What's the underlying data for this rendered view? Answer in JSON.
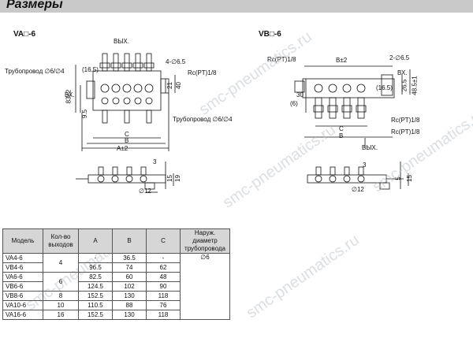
{
  "header": {
    "title": "Размеры"
  },
  "drawing_va": {
    "title": "VA□-6",
    "exhaust": "ВЫХ.",
    "inlet": "ВХ.",
    "tube_in": "Трубопровод ∅6/∅4",
    "tube_out": "Трубопровод ∅6/∅4",
    "holes": "4-∅6.5",
    "port": "Rc(PT)1/8",
    "dim_16_5": "(16.5)",
    "dim_83": "83±2",
    "dim_9_5": "9.5",
    "dim_21": "21",
    "dim_40": "40",
    "dim_C": "C",
    "dim_B": "B",
    "dim_A": "A±2",
    "dim_3": "3",
    "dim_15": "15",
    "dim_19": "19",
    "dim_12": "∅12"
  },
  "drawing_vb": {
    "title": "VB□-6",
    "port_top": "Rc(PT)1/8",
    "dim_Bpm2": "B±2",
    "holes": "2-∅6.5",
    "inlet": "ВХ.",
    "dim_26_5": "26.5",
    "dim_48_5": "48.5±1",
    "dim_16_5": "(16.5)",
    "dim_30": "30",
    "dim_6": "(6)",
    "dim_C": "C",
    "dim_B": "B",
    "port_r1": "Rc(PT)1/8",
    "port_r2": "Rc(PT)1/8",
    "exhaust": "ВЫХ.",
    "dim_3": "3",
    "dim_5": "5",
    "dim_15": "15",
    "dim_12": "∅12"
  },
  "table": {
    "headers": [
      "Модель",
      "Кол-во выходов",
      "A",
      "B",
      "C",
      "Наруж. диаметр трубопровода"
    ],
    "rows": [
      [
        "VA4-6",
        "4",
        "-",
        "36.5",
        "-",
        "∅6"
      ],
      [
        "VB4-6",
        "",
        "96.5",
        "74",
        "62",
        ""
      ],
      [
        "VA6-6",
        "6",
        "82.5",
        "60",
        "48",
        ""
      ],
      [
        "VB6-6",
        "",
        "124.5",
        "102",
        "90",
        ""
      ],
      [
        "VB8-6",
        "8",
        "152.5",
        "130",
        "118",
        ""
      ],
      [
        "VA10-6",
        "10",
        "110.5",
        "88",
        "76",
        ""
      ],
      [
        "VA16-6",
        "16",
        "152.5",
        "130",
        "118",
        ""
      ]
    ]
  },
  "watermark": "smc-pneumatics.ru"
}
